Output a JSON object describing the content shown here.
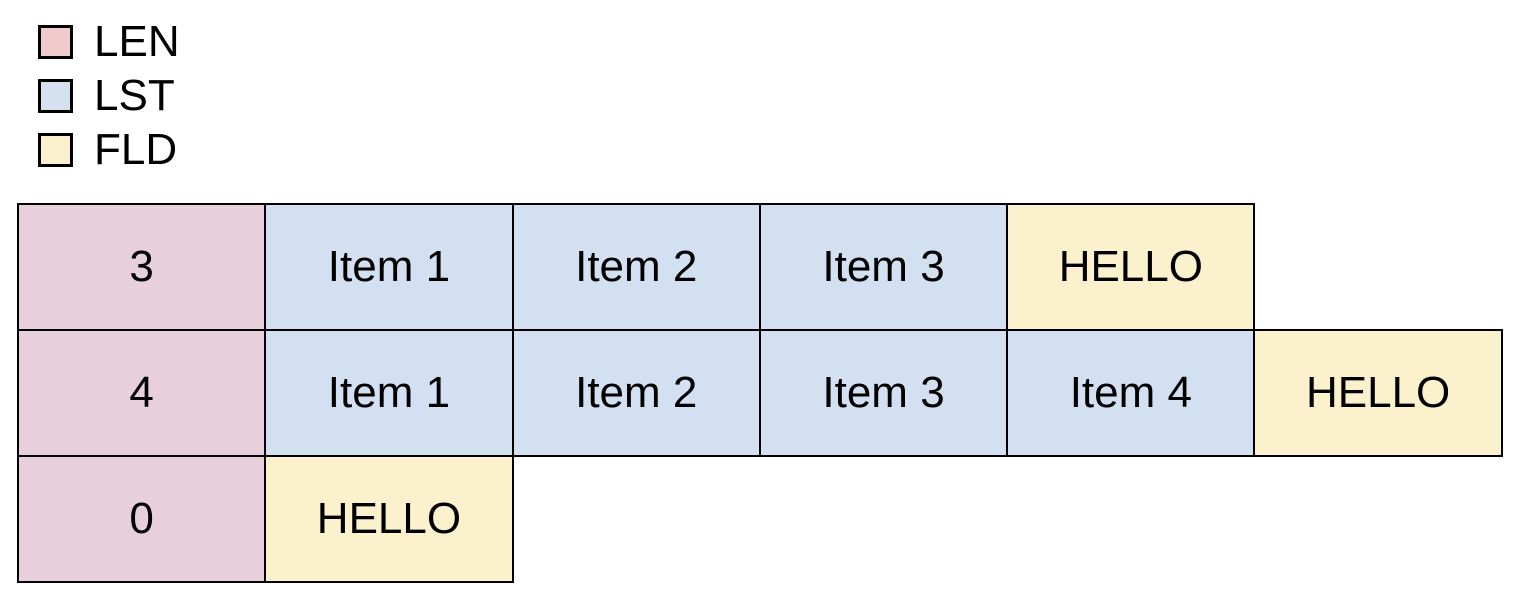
{
  "legend": {
    "items": [
      {
        "id": "len",
        "label": "LEN",
        "color": "#f0cbce"
      },
      {
        "id": "lst",
        "label": "LST",
        "color": "#d5e1f0"
      },
      {
        "id": "fld",
        "label": "FLD",
        "color": "#faf0cd"
      }
    ]
  },
  "diagram": {
    "border_color": "#000000",
    "cell_colors": {
      "len": "#e7d0db",
      "lst": "#d3e0f1",
      "fld": "#fbf1cc"
    },
    "rows": [
      {
        "cells": [
          {
            "type": "len",
            "label": "3"
          },
          {
            "type": "lst",
            "label": "Item 1"
          },
          {
            "type": "lst",
            "label": "Item 2"
          },
          {
            "type": "lst",
            "label": "Item 3"
          },
          {
            "type": "fld",
            "label": "HELLO"
          }
        ]
      },
      {
        "cells": [
          {
            "type": "len",
            "label": "4"
          },
          {
            "type": "lst",
            "label": "Item 1"
          },
          {
            "type": "lst",
            "label": "Item 2"
          },
          {
            "type": "lst",
            "label": "Item 3"
          },
          {
            "type": "lst",
            "label": "Item 4"
          },
          {
            "type": "fld",
            "label": "HELLO"
          }
        ]
      },
      {
        "cells": [
          {
            "type": "len",
            "label": "0"
          },
          {
            "type": "fld",
            "label": "HELLO"
          }
        ]
      }
    ]
  }
}
